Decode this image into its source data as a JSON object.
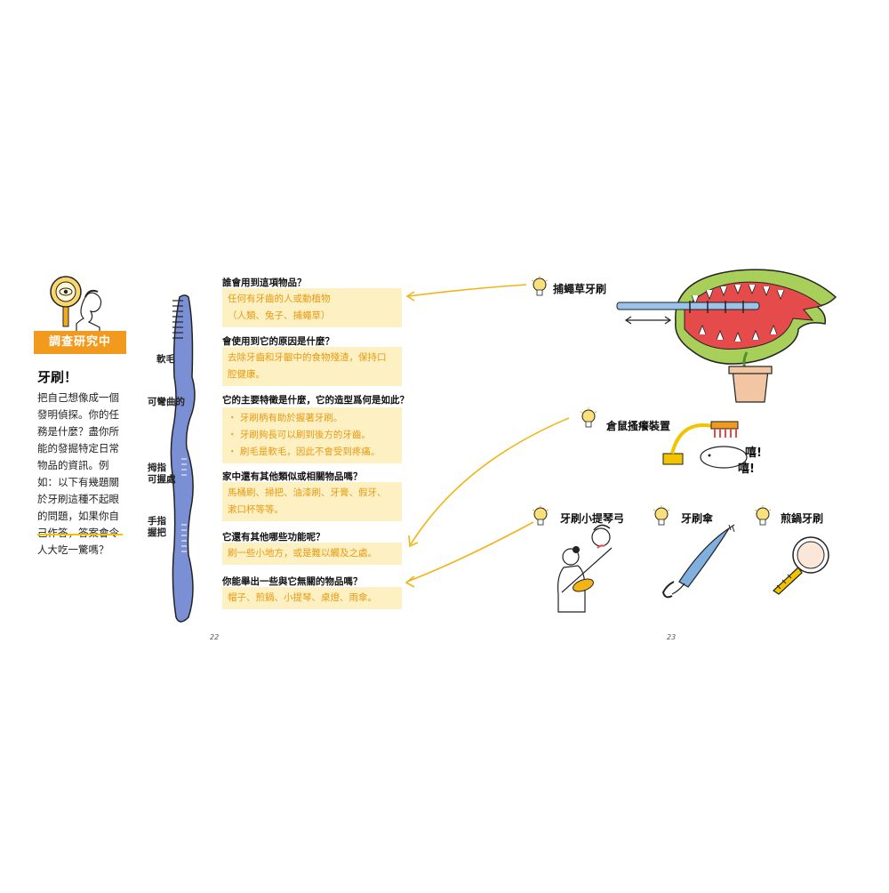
{
  "badge": "調查研究中",
  "title": "牙刷！",
  "intro": "把自己想像成一個發明偵探。你的任務是什麼？盡你所能的發掘特定日常物品的資訊。例如：以下有幾題關於牙刷這種不起眼的問題，如果你自己作答，答案會令人大吃一驚嗎？",
  "brush_labels": {
    "bristles": "軟毛",
    "bendable": "可彎曲的",
    "thumb_1": "拇指",
    "thumb_2": "可握處",
    "grip_1": "手指",
    "grip_2": "握把"
  },
  "qa": [
    {
      "q": "誰會用到這項物品？",
      "a": [
        "任何有牙齒的人或動植物",
        "（人類、兔子、捕蠅草）"
      ]
    },
    {
      "q": "會使用到它的原因是什麼？",
      "a": [
        "去除牙齒和牙齦中的食物殘渣，保持口",
        "腔健康。"
      ]
    },
    {
      "q": "它的主要特徵是什麼，它的造型爲何是如此？",
      "a": [
        "・ 牙刷柄有助於握著牙刷。",
        "・ 牙刷夠長可以刷到後方的牙齒。",
        "・ 刷毛是軟毛，因此不會受到疼痛。"
      ]
    },
    {
      "q": "家中還有其他類似或相關物品嗎？",
      "a": [
        "馬桶刷、掃把、油漆刷、牙膏、假牙、",
        "漱口杯等等。"
      ]
    },
    {
      "q": "它還有其他哪些功能呢？",
      "a": [
        "刷一些小地方，或是難以觸及之處。"
      ]
    },
    {
      "q": "你能舉出一些與它無關的物品嗎？",
      "a": [
        "帽子、煎鍋、小提琴、桌燈、雨傘。"
      ]
    }
  ],
  "ideas": {
    "flytrap": "捕蠅草牙刷",
    "hamster": "倉鼠搔癢裝置",
    "violin": "牙刷小提琴弓",
    "umbrella": "牙刷傘",
    "pan": "煎鍋牙刷"
  },
  "hamster_sound": [
    "嘻!",
    "嘻!"
  ],
  "page_numbers": {
    "left": "22",
    "right": "23"
  },
  "colors": {
    "accent": "#f29a1d",
    "answer_bg": "#fdf0c2",
    "answer_text": "#e79a13",
    "brush": "#7b8fd4",
    "plant_red": "#e64b4b",
    "plant_green": "#a8cf5a"
  }
}
